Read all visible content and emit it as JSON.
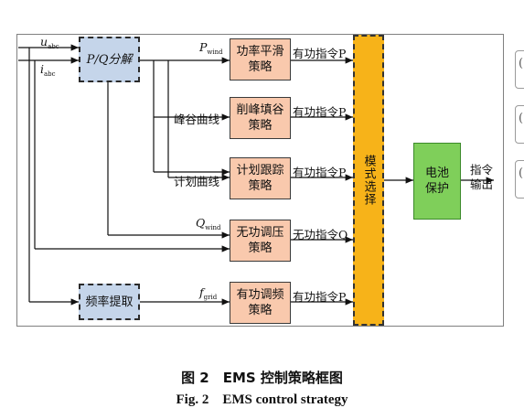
{
  "inputs": {
    "u": {
      "main": "u",
      "sub": "abc"
    },
    "i": {
      "main": "i",
      "sub": "abc"
    }
  },
  "blocks": {
    "pq_decompose": "P/Q分解",
    "freq_extract": "频率提取",
    "power_smooth": "功率平滑\n策略",
    "peak_valley": "削峰填谷\n策略",
    "plan_tracking": "计划跟踪\n策略",
    "reactive_voltage": "无功调压\n策略",
    "active_freq": "有功调频\n策略",
    "mode_select": "模式选择",
    "battery_protect": "电池\n保护"
  },
  "signals": {
    "p_wind": {
      "main": "P",
      "sub": "wind"
    },
    "q_wind": {
      "main": "Q",
      "sub": "wind"
    },
    "f_grid": {
      "main": "f",
      "sub": "grid"
    },
    "peak_valley_curve": "峰谷曲线",
    "plan_curve": "计划曲线",
    "active_cmd_1": "有功指令P",
    "active_cmd_2": "有功指令P",
    "active_cmd_3": "有功指令P",
    "reactive_cmd": "无功指令Q",
    "active_cmd_4": "有功指令P",
    "output": "指令\n输出"
  },
  "caption": {
    "cn": "图 2　EMS 控制策略框图",
    "en": "Fig. 2　EMS control strategy"
  },
  "colors": {
    "pq_block": "#c5d5ea",
    "strategy_block": "#f9c9ad",
    "mode_block": "#f7b319",
    "battery_block": "#7fcf5a"
  }
}
